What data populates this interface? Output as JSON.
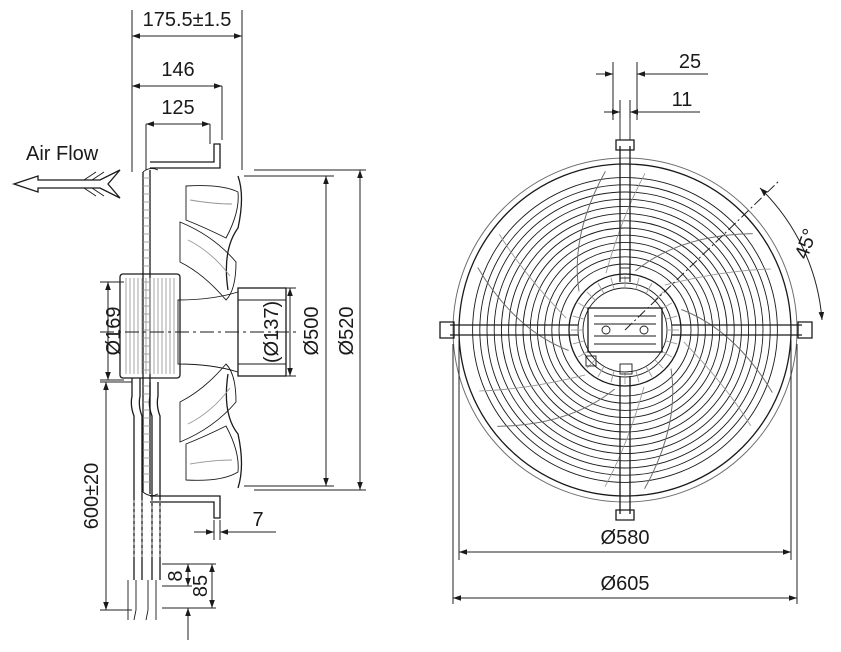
{
  "labels": {
    "air_flow": "Air Flow",
    "depth_total": "175.5±1.5",
    "depth_146": "146",
    "depth_125": "125",
    "dia_169": "Ø169",
    "dia_137": "(Ø137)",
    "dia_500": "Ø500",
    "dia_520": "Ø520",
    "cable_length": "600±20",
    "flange_7": "7",
    "strip_8": "8",
    "strip_85": "85",
    "width_25": "25",
    "width_11": "11",
    "angle_45": "45°",
    "dia_580": "Ø580",
    "dia_605": "Ø605"
  }
}
